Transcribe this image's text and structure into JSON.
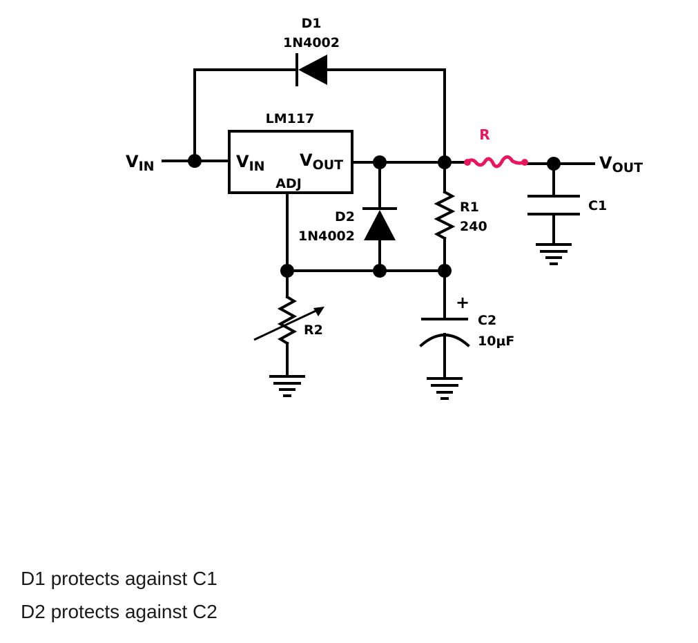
{
  "labels": {
    "d1_name": "D1",
    "d1_part": "1N4002",
    "ic_name": "LM117",
    "vin_main": "V",
    "vin_main_sub": "IN",
    "ic_vin": "V",
    "ic_vin_sub": "IN",
    "ic_vout": "V",
    "ic_vout_sub": "OUT",
    "ic_adj": "ADJ",
    "vout_main": "V",
    "vout_main_sub": "OUT",
    "d2_name": "D2",
    "d2_part": "1N4002",
    "r1_name": "R1",
    "r1_value": "240",
    "c1_name": "C1",
    "c2_polarity": "+",
    "c2_name": "C2",
    "c2_value": "10μF",
    "r2_name": "R2",
    "annotation_r": "R"
  },
  "colors": {
    "annotation": "#e8175d",
    "ink": "#000000"
  },
  "notes": [
    "D1 protects against C1",
    "D2 protects against C2"
  ]
}
